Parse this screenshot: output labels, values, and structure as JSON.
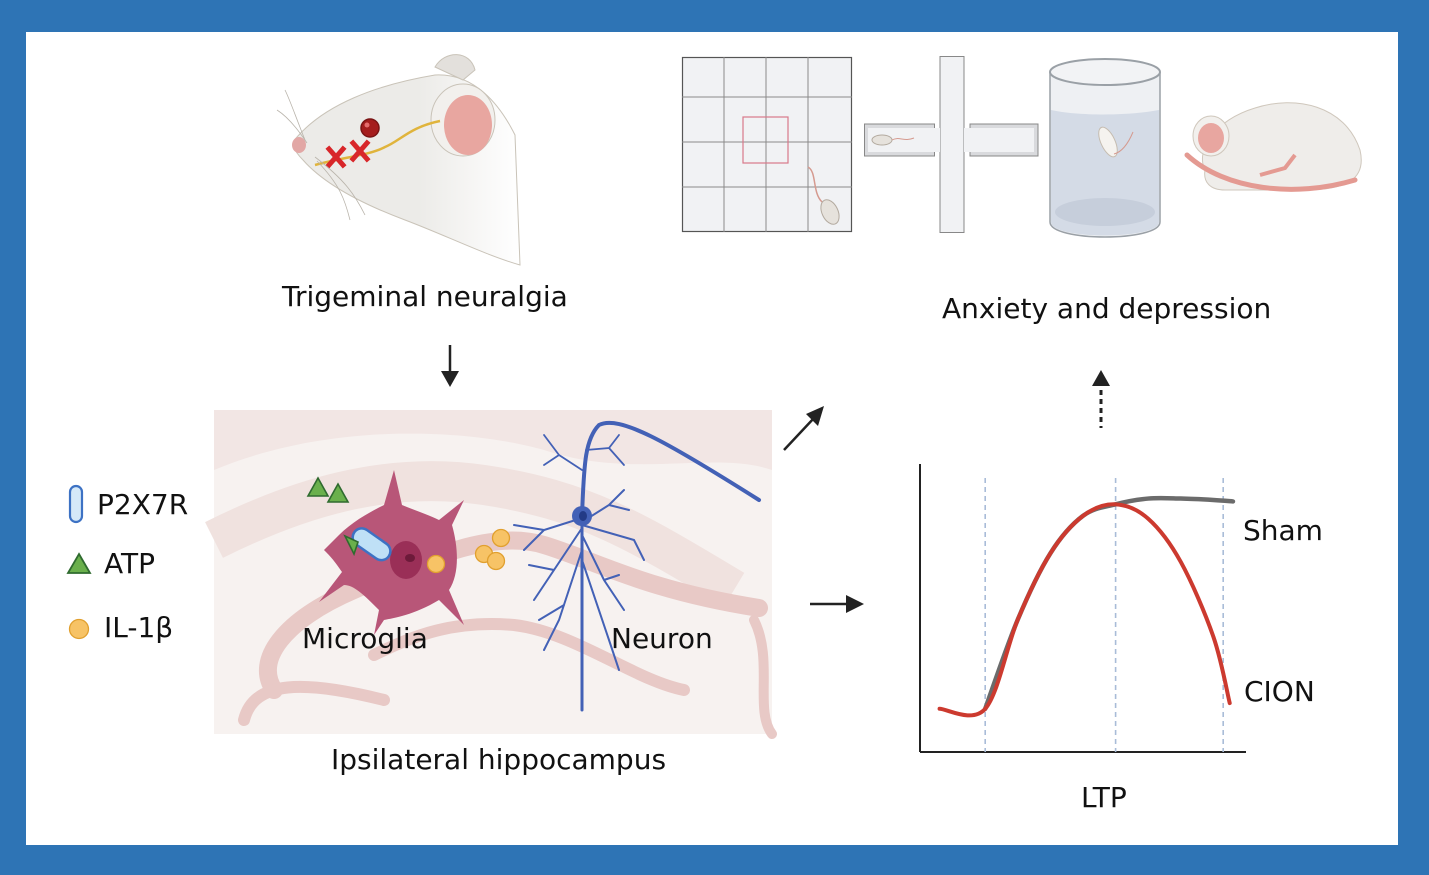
{
  "figure": {
    "frame_color": "#2e74b5",
    "trigger": {
      "label": "Trigeminal neuralgia"
    },
    "hippocampus": {
      "label": "Ipsilateral hippocampus",
      "cells": {
        "microglia": "Microglia",
        "neuron": "Neuron"
      }
    },
    "legend": {
      "items": [
        {
          "icon": "capsule-icon",
          "label": "P2X7R",
          "color": "#a8d3f0"
        },
        {
          "icon": "triangle-icon",
          "label": "ATP",
          "color": "#6ab04c"
        },
        {
          "icon": "circle-icon",
          "label": "IL-1β",
          "color": "#f5c26b"
        }
      ]
    },
    "behavior": {
      "label": "Anxiety and depression",
      "tests": [
        "open-field-test",
        "elevated-plus-maze",
        "forced-swim-test",
        "curled-mouse"
      ]
    },
    "ltp_chart": {
      "xlabel": "LTP",
      "series": [
        {
          "name": "Sham",
          "color": "#6b6b6b"
        },
        {
          "name": "CION",
          "color": "#cc3a2f"
        }
      ]
    }
  },
  "chart_data": {
    "type": "line",
    "title": "",
    "xlabel": "LTP",
    "ylabel": "",
    "xlim": [
      0,
      10
    ],
    "ylim": [
      0,
      10
    ],
    "grid": false,
    "vlines": [
      2,
      6,
      9.3
    ],
    "series": [
      {
        "name": "Sham",
        "x": [
          2,
          3,
          4,
          5,
          6,
          7,
          8,
          9,
          9.6
        ],
        "y": [
          1.5,
          4.6,
          6.9,
          8.2,
          8.6,
          8.8,
          8.8,
          8.75,
          8.7
        ]
      },
      {
        "name": "CION",
        "x": [
          0.6,
          2,
          3,
          4,
          5,
          6,
          7,
          8,
          9,
          9.5
        ],
        "y": [
          1.5,
          1.5,
          4.6,
          6.9,
          8.2,
          8.6,
          8.1,
          6.6,
          4.0,
          1.7
        ]
      }
    ]
  }
}
